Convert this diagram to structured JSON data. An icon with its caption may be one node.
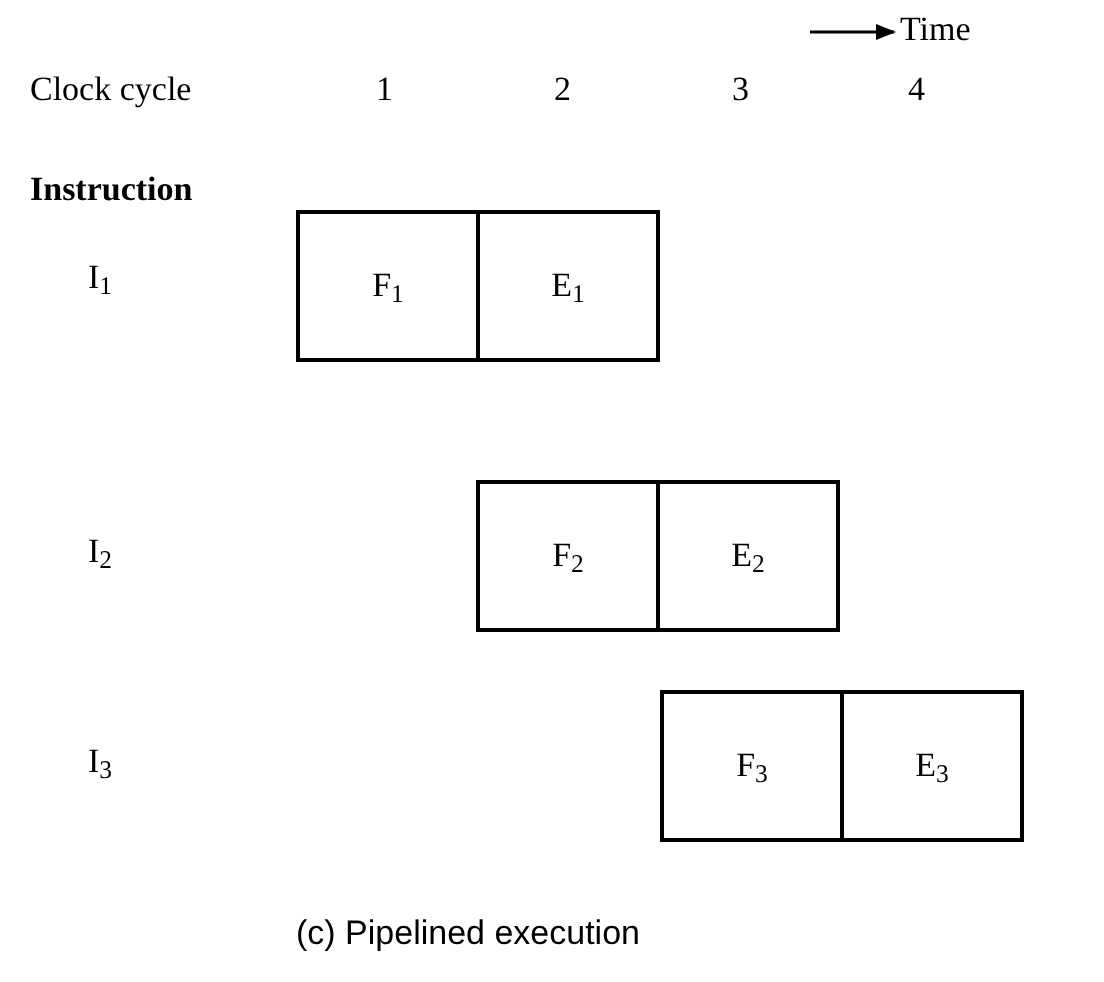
{
  "diagram": {
    "caption": "(c) Pipelined execution",
    "nodes": [
      {
        "text": [
          "F$_{1}$"
        ]
      },
      {
        "text": [
          "E$_{1}$"
        ]
      },
      {
        "text": [
          "F$_{2}$"
        ]
      },
      {
        "text": [
          "E$_{2}$"
        ]
      },
      {
        "text": [
          "F$_{3}$"
        ]
      },
      {
        "text": [
          "E$_{3}$"
        ]
      }
    ],
    "labels": [
      "Time",
      "Clock cycle",
      "1",
      "2",
      "3",
      "4",
      "Instruction",
      "I$_{1}$",
      "I$_{2}$",
      "I$_{3}$"
    ]
  }
}
